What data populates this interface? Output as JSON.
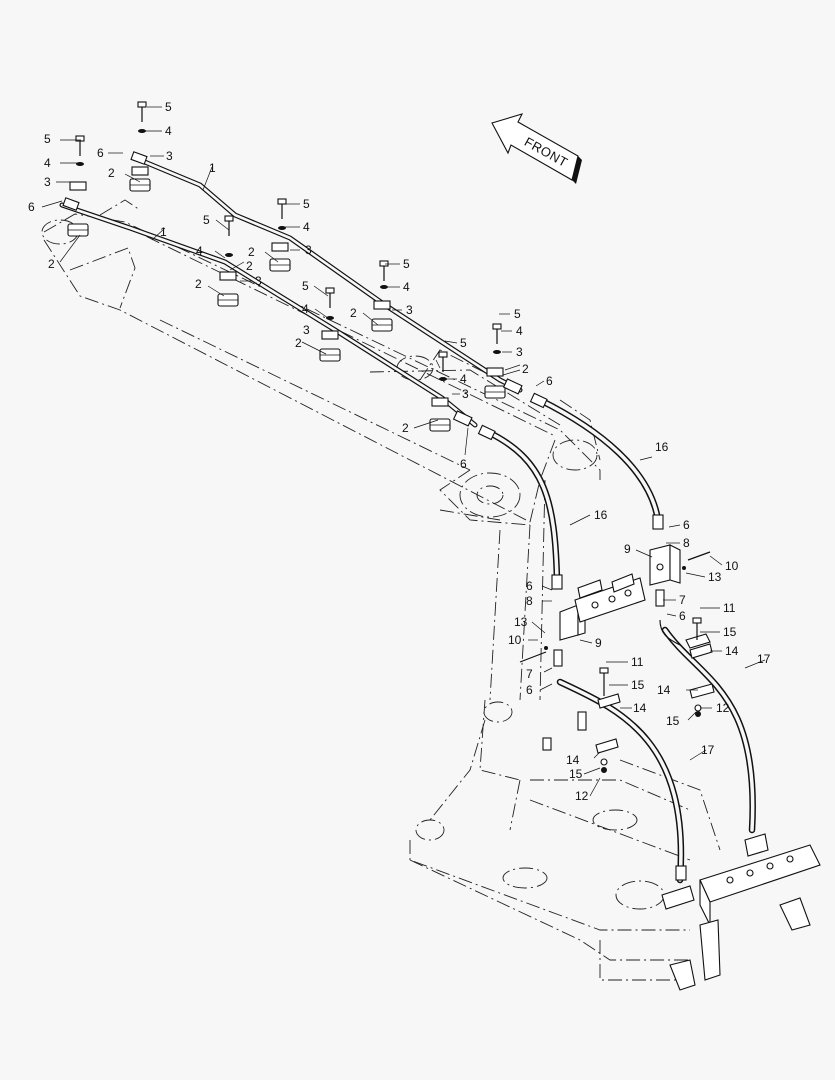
{
  "diagram": {
    "direction_label": "FRONT",
    "callouts": [
      {
        "id": "c1",
        "text": "5"
      },
      {
        "id": "c2",
        "text": "4"
      },
      {
        "id": "c3",
        "text": "6"
      },
      {
        "id": "c4",
        "text": "3"
      },
      {
        "id": "c5",
        "text": "5"
      },
      {
        "id": "c6",
        "text": "4"
      },
      {
        "id": "c7",
        "text": "3"
      },
      {
        "id": "c8",
        "text": "6"
      },
      {
        "id": "c9",
        "text": "2"
      },
      {
        "id": "c10",
        "text": "1"
      },
      {
        "id": "c11",
        "text": "2"
      },
      {
        "id": "c12",
        "text": "1"
      },
      {
        "id": "c13",
        "text": "5"
      },
      {
        "id": "c14",
        "text": "4"
      },
      {
        "id": "c15",
        "text": "2"
      },
      {
        "id": "c16",
        "text": "3"
      },
      {
        "id": "c17",
        "text": "5"
      },
      {
        "id": "c18",
        "text": "4"
      },
      {
        "id": "c19",
        "text": "2"
      },
      {
        "id": "c20",
        "text": "3"
      },
      {
        "id": "c21",
        "text": "5"
      },
      {
        "id": "c22",
        "text": "4"
      },
      {
        "id": "c23",
        "text": "2"
      },
      {
        "id": "c24",
        "text": "5"
      },
      {
        "id": "c25",
        "text": "3"
      },
      {
        "id": "c26",
        "text": "2"
      },
      {
        "id": "c27",
        "text": "4"
      },
      {
        "id": "c28",
        "text": "2"
      },
      {
        "id": "c29",
        "text": "3"
      },
      {
        "id": "c30",
        "text": "5"
      },
      {
        "id": "c31",
        "text": "4"
      },
      {
        "id": "c32",
        "text": "3"
      },
      {
        "id": "c33",
        "text": "2"
      },
      {
        "id": "c34",
        "text": "5"
      },
      {
        "id": "c35",
        "text": "6"
      },
      {
        "id": "c36",
        "text": "4"
      },
      {
        "id": "c37",
        "text": "3"
      },
      {
        "id": "c38",
        "text": "2"
      },
      {
        "id": "c39",
        "text": "6"
      },
      {
        "id": "c40",
        "text": "16"
      },
      {
        "id": "c41",
        "text": "16"
      },
      {
        "id": "c42",
        "text": "6"
      },
      {
        "id": "c43",
        "text": "8"
      },
      {
        "id": "c44",
        "text": "9"
      },
      {
        "id": "c45",
        "text": "10"
      },
      {
        "id": "c46",
        "text": "13"
      },
      {
        "id": "c47",
        "text": "6"
      },
      {
        "id": "c48",
        "text": "8"
      },
      {
        "id": "c49",
        "text": "7"
      },
      {
        "id": "c50",
        "text": "6"
      },
      {
        "id": "c51",
        "text": "11"
      },
      {
        "id": "c52",
        "text": "13"
      },
      {
        "id": "c53",
        "text": "9"
      },
      {
        "id": "c54",
        "text": "15"
      },
      {
        "id": "c55",
        "text": "10"
      },
      {
        "id": "c56",
        "text": "14"
      },
      {
        "id": "c57",
        "text": "17"
      },
      {
        "id": "c58",
        "text": "7"
      },
      {
        "id": "c59",
        "text": "11"
      },
      {
        "id": "c60",
        "text": "6"
      },
      {
        "id": "c61",
        "text": "15"
      },
      {
        "id": "c62",
        "text": "14"
      },
      {
        "id": "c63",
        "text": "12"
      },
      {
        "id": "c64",
        "text": "14"
      },
      {
        "id": "c65",
        "text": "15"
      },
      {
        "id": "c66",
        "text": "17"
      },
      {
        "id": "c67",
        "text": "14"
      },
      {
        "id": "c68",
        "text": "15"
      },
      {
        "id": "c69",
        "text": "12"
      }
    ]
  }
}
